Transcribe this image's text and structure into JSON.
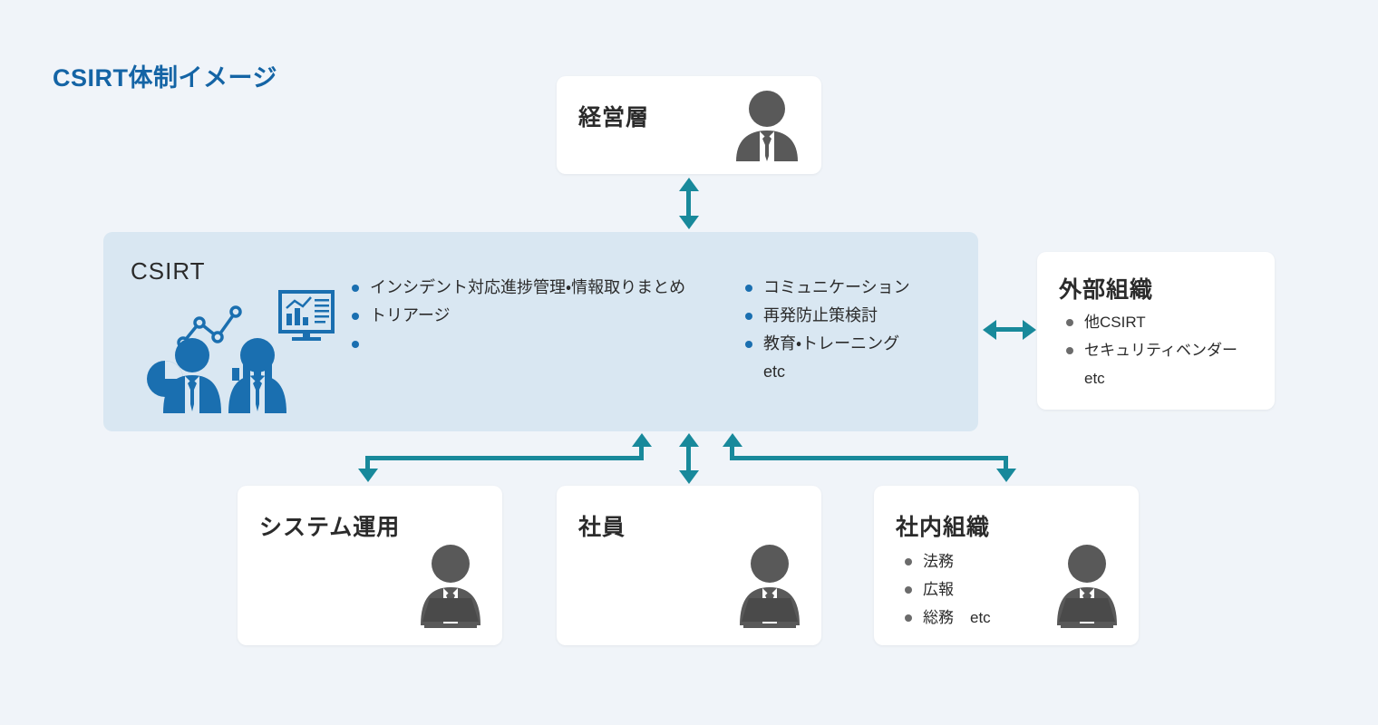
{
  "title": "CSIRT体制イメージ",
  "colors": {
    "background": "#f0f4f9",
    "title_blue": "#1464a5",
    "panel_blue": "#d9e7f2",
    "accent_teal": "#18899b",
    "bullet_blue": "#1a6fb0",
    "bullet_gray": "#6b6b6b",
    "icon_blue": "#1a6fb0",
    "icon_gray": "#595959",
    "card_white": "#ffffff",
    "text_dark": "#2b2b2b"
  },
  "nodes": {
    "management": {
      "label": "経営層",
      "icon": "business-person-icon"
    },
    "csirt": {
      "label": "CSIRT",
      "icons": [
        "pie-chart-icon",
        "line-graph-icon",
        "bar-chart-icon",
        "monitor-chart-icon",
        "business-person-icon",
        "business-person-icon"
      ],
      "duties_column_1": [
        "インシデント対応進捗管理・情報取りまとめ",
        "トリアージ",
        ""
      ],
      "duties_column_2": [
        "コミュニケーション",
        "再発防止策検討",
        "教育・トレーニング"
      ],
      "duties_column_2_note": "etc"
    },
    "external_org": {
      "label": "外部組織",
      "items": [
        "他CSIRT",
        "セキュリティベンダー"
      ],
      "note": "etc"
    },
    "system_ops": {
      "label": "システム運用",
      "icon": "person-at-desk-icon"
    },
    "employees": {
      "label": "社員",
      "icon": "person-at-desk-icon"
    },
    "internal_org": {
      "label": "社内組織",
      "items": [
        "法務",
        "広報",
        "総務"
      ],
      "note": "etc",
      "icon": "person-at-desk-icon"
    }
  },
  "connectors": [
    {
      "name": "management-csirt",
      "type": "double-vertical"
    },
    {
      "name": "csirt-external-org",
      "type": "double-horizontal"
    },
    {
      "name": "csirt-system-ops",
      "type": "elbow-bidirectional"
    },
    {
      "name": "csirt-employees",
      "type": "double-vertical"
    },
    {
      "name": "csirt-internal-org",
      "type": "elbow-bidirectional"
    }
  ]
}
